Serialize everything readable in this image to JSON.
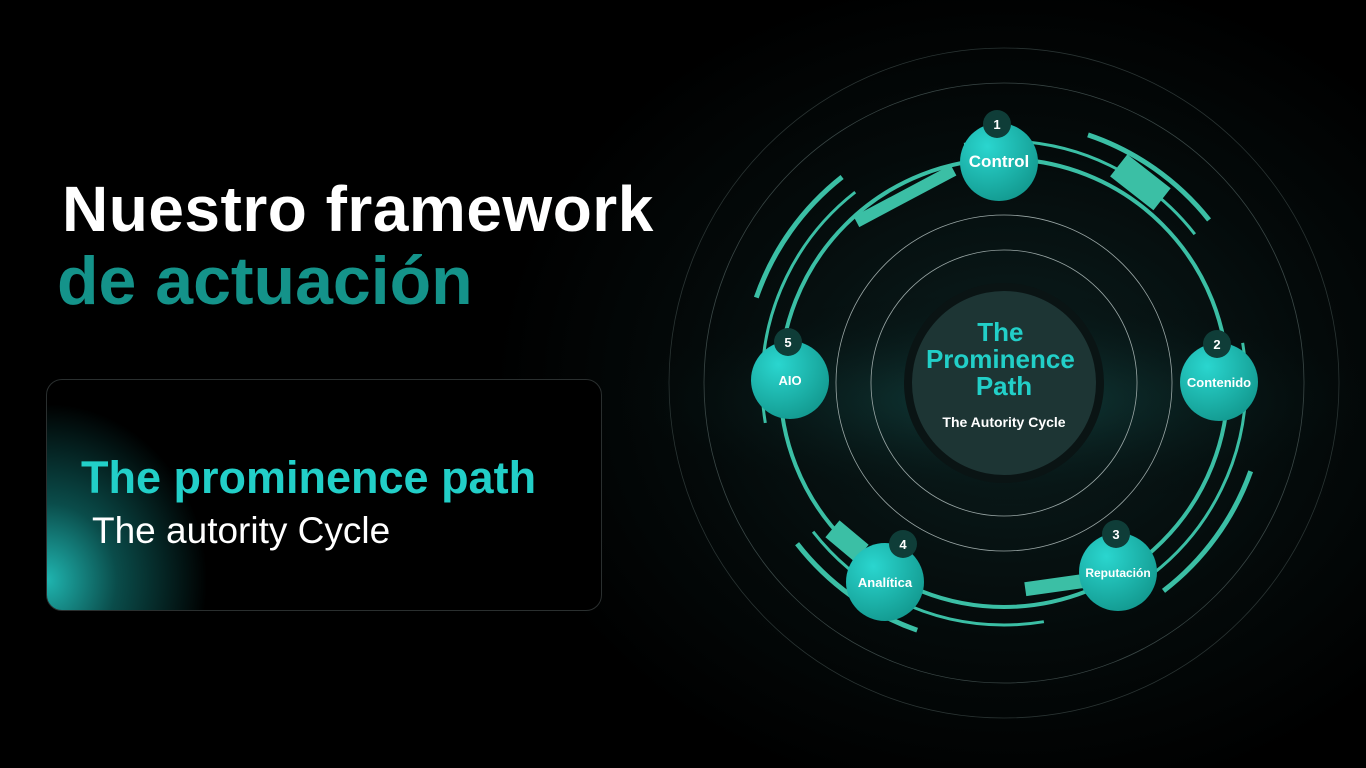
{
  "headline": {
    "line1": "Nuestro framework",
    "line2": "de actuación"
  },
  "card": {
    "title": "The prominence path",
    "subtitle": "The autority Cycle"
  },
  "diagram": {
    "center_title": [
      "The",
      "Prominence",
      "Path"
    ],
    "center_subtitle": "The Autority Cycle",
    "steps": [
      {
        "number": "1",
        "label": "Control"
      },
      {
        "number": "2",
        "label": "Contenido"
      },
      {
        "number": "3",
        "label": "Reputación"
      },
      {
        "number": "4",
        "label": "Analítica"
      },
      {
        "number": "5",
        "label": "AIO"
      }
    ]
  },
  "colors": {
    "accent": "#22cfc8",
    "teal_dark": "#14938a",
    "ring": "#3bbfa5",
    "badge": "#0f3d38"
  }
}
